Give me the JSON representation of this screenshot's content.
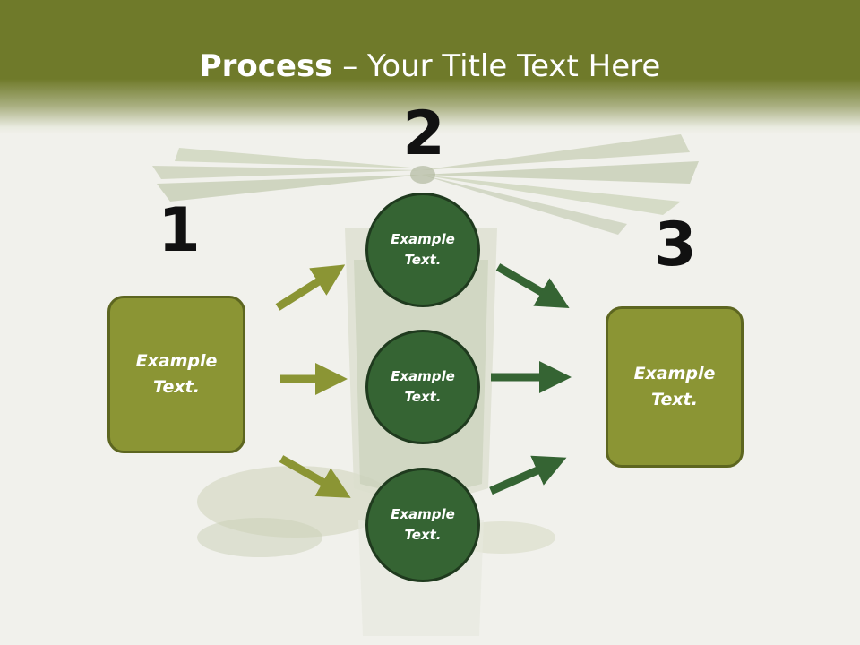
{
  "title": {
    "bold": "Process",
    "rest": " – Your Title Text Here"
  },
  "steps": {
    "one": "1",
    "two": "2",
    "three": "3"
  },
  "left_box": {
    "text": "Example\nText."
  },
  "right_box": {
    "text": "Example\nText."
  },
  "circles": [
    {
      "text": "Example\nText."
    },
    {
      "text": "Example\nText."
    },
    {
      "text": "Example\nText."
    }
  ],
  "colors": {
    "header": "#6f7a2a",
    "box_fill": "#8b9534",
    "circle_fill": "#356433",
    "arrow_olive": "#8b9534",
    "arrow_green": "#356433"
  }
}
